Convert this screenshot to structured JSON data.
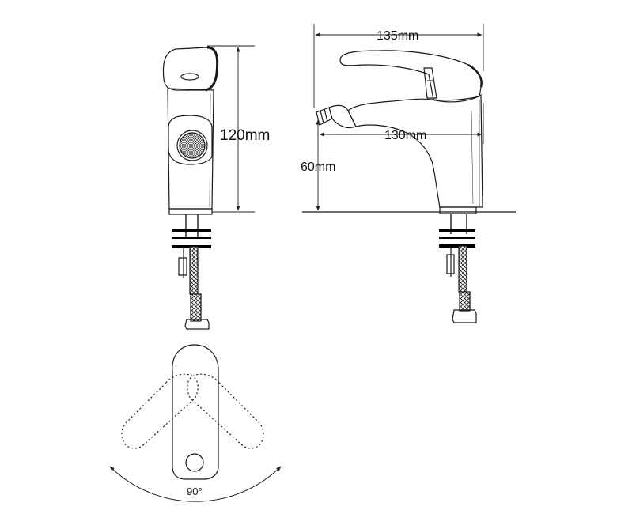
{
  "dimensions": {
    "total_height": "120mm",
    "total_length": "135mm",
    "spout_reach": "130mm",
    "spout_height": "60mm",
    "handle_rotation": "90°"
  },
  "colors": {
    "line": "#1a1a1a",
    "dimension_line": "#222222",
    "background": "#ffffff"
  }
}
